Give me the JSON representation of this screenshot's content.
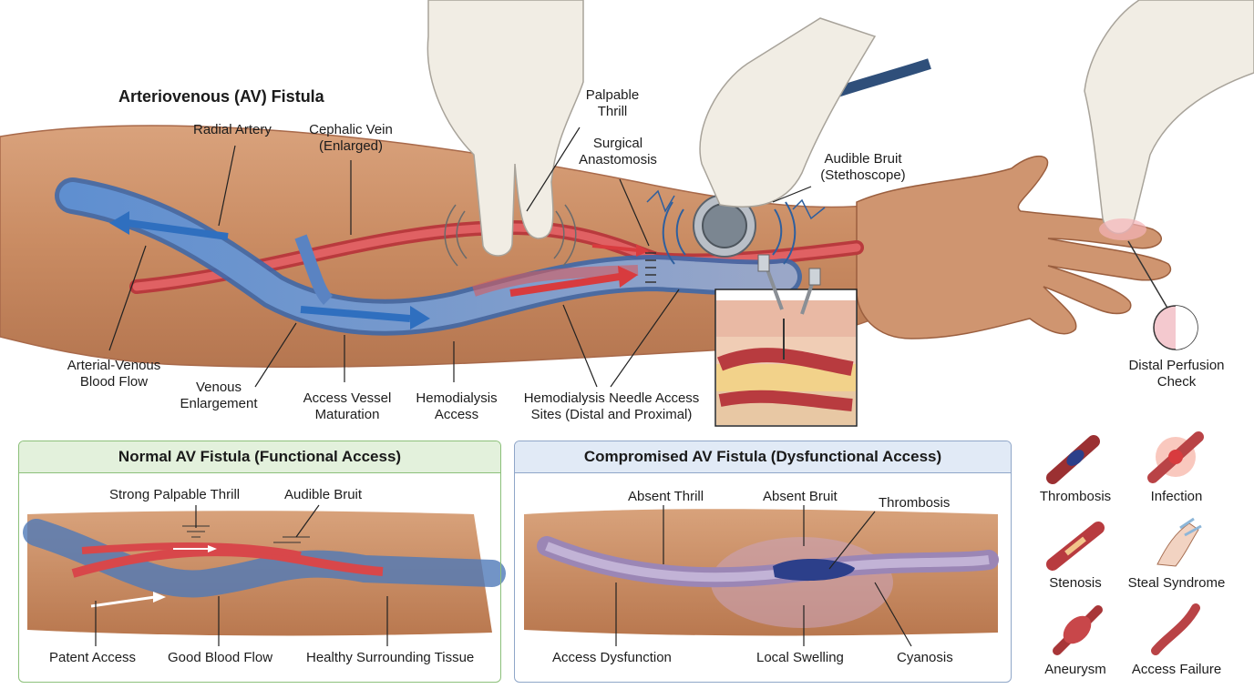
{
  "title": "Arteriovenous (AV) Fistula",
  "main_labels": {
    "radial_artery": "Radial Artery",
    "cephalic_vein": "Cephalic Vein (Enlarged)",
    "palpable_thrill": "Palpable Thrill",
    "surgical_anastomosis": "Surgical Anastomosis",
    "audible_bruit": "Audible Bruit (Stethoscope)",
    "arterial_venous_flow": "Arterial-Venous Blood Flow",
    "venous_enlargement": "Venous Enlargement",
    "access_vessel_maturation": "Access Vessel Maturation",
    "hemodialysis_access": "Hemodialysis Access",
    "needle_access_sites": "Hemodialysis Needle Access Sites (Distal and Proximal)",
    "distal_perfusion": "Distal Perfusion Check"
  },
  "normal_panel": {
    "title": "Normal AV Fistula (Functional Access)",
    "labels": {
      "strong_thrill": "Strong Palpable Thrill",
      "audible_bruit": "Audible Bruit",
      "patent_access": "Patent Access",
      "good_flow": "Good Blood Flow",
      "healthy_tissue": "Healthy Surrounding Tissue"
    },
    "colors": {
      "border": "#8cc07a",
      "header": "#e3f1dc"
    }
  },
  "compromised_panel": {
    "title": "Compromised AV Fistula (Dysfunctional Access)",
    "labels": {
      "absent_thrill": "Absent Thrill",
      "absent_bruit": "Absent Bruit",
      "thrombosis": "Thrombosis",
      "access_dysfunction": "Access Dysfunction",
      "local_swelling": "Local Swelling",
      "cyanosis": "Cyanosis"
    },
    "colors": {
      "border": "#8fa6c8",
      "header": "#e1eaf6"
    }
  },
  "complications": [
    {
      "label": "Thrombosis",
      "icon": "thrombosis-icon"
    },
    {
      "label": "Infection",
      "icon": "infection-icon"
    },
    {
      "label": "Stenosis",
      "icon": "stenosis-icon"
    },
    {
      "label": "Steal Syndrome",
      "icon": "steal-syndrome-icon"
    },
    {
      "label": "Aneurysm",
      "icon": "aneurysm-icon"
    },
    {
      "label": "Access Failure",
      "icon": "access-failure-icon"
    }
  ],
  "colors": {
    "skin": "#c98b62",
    "skin_light": "#ddb08e",
    "artery": "#d8474a",
    "vein": "#4f79b8",
    "glove": "#f1ede4",
    "clot": "#2c3f8a"
  }
}
